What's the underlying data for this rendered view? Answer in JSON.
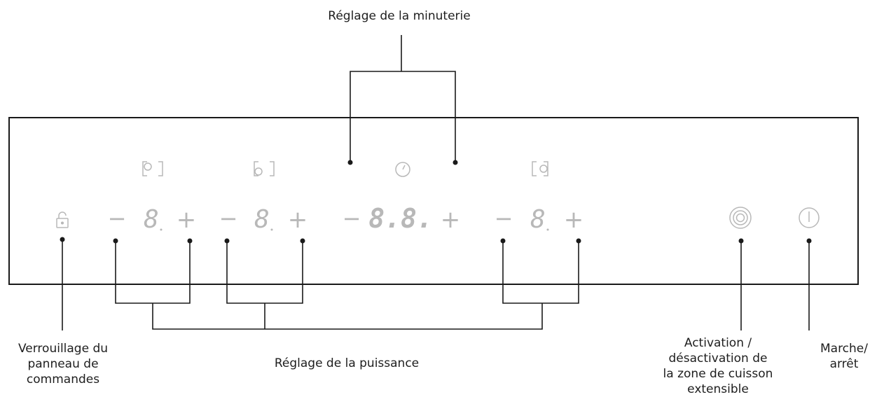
{
  "labels": {
    "timer": "Réglage de la minuterie",
    "lock": "Verrouillage du\npanneau de\ncommandes",
    "power": "Réglage de la puissance",
    "extended_zone": "Activation /\ndésactivation de\nla zone de cuisson\nextensible",
    "on_off": "Marche/\narrêt"
  },
  "panel": {
    "zones": [
      {
        "icon": "zone-rear-left-icon",
        "minus": "−",
        "display": "8",
        "plus": "+"
      },
      {
        "icon": "zone-front-left-icon",
        "minus": "−",
        "display": "8",
        "plus": "+"
      },
      {
        "icon": "zone-right-icon",
        "minus": "−",
        "display": "8",
        "plus": "+"
      }
    ],
    "timer": {
      "icon": "clock-icon",
      "minus": "−",
      "display": "8.8.",
      "plus": "+"
    },
    "lock_icon": "padlock-icon",
    "extended_zone_icon": "concentric-circles-icon",
    "power_icon": "power-icon"
  },
  "colors": {
    "line": "#1a1a1a",
    "panel_symbols": "#b8b8b8"
  }
}
